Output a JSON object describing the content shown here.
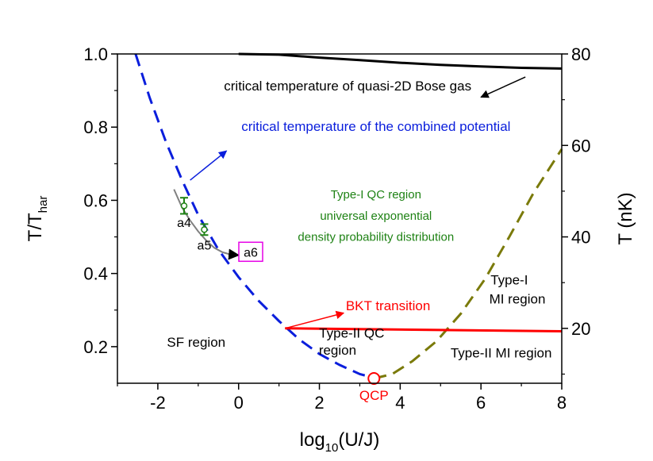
{
  "chart_data": {
    "type": "line",
    "xlabel": "log10(U/J)",
    "xlabel_parts": {
      "base": "log",
      "sub": "10",
      "rest": "(U/J)"
    },
    "ylabel_parts": {
      "base": "T/T",
      "sub": "har"
    },
    "ylabel_right": "T (nK)",
    "xlim": [
      -3,
      8
    ],
    "ylim": [
      0.1,
      1.0
    ],
    "ylim_right_nK": [
      8,
      80
    ],
    "x_ticks": [
      -2,
      0,
      2,
      4,
      6,
      8
    ],
    "x_tick_labels": [
      "-2",
      "0",
      "2",
      "4",
      "6",
      "8"
    ],
    "y_ticks": [
      0.2,
      0.4,
      0.6,
      0.8,
      1.0
    ],
    "y_tick_labels": [
      "0.2",
      "0.4",
      "0.6",
      "0.8",
      "1.0"
    ],
    "y_right_ticks": [
      20,
      40,
      60,
      80
    ],
    "y_right_tick_labels": [
      "20",
      "40",
      "60",
      "80"
    ],
    "grid": false,
    "series": [
      {
        "style": "solid",
        "color": "#000000",
        "x": [
          0,
          1,
          2,
          3,
          4,
          5,
          6,
          7,
          8
        ],
        "y": [
          1.0,
          0.998,
          0.99,
          0.983,
          0.976,
          0.97,
          0.966,
          0.962,
          0.96
        ]
      },
      {
        "style": "dashed",
        "color": "#0a1edc",
        "x": [
          -2.55,
          -2.2,
          -1.8,
          -1.4,
          -1.0,
          -0.5,
          0,
          0.5,
          1.0,
          1.5,
          2.0,
          2.5,
          3.0,
          3.35
        ],
        "y": [
          1.0,
          0.88,
          0.76,
          0.655,
          0.56,
          0.465,
          0.39,
          0.325,
          0.27,
          0.22,
          0.18,
          0.15,
          0.125,
          0.115
        ]
      },
      {
        "style": "dashed",
        "color": "#7a7a0a",
        "x": [
          3.35,
          3.8,
          4.3,
          4.9,
          5.5,
          6.1,
          6.7,
          7.3,
          8.0
        ],
        "y": [
          0.113,
          0.125,
          0.16,
          0.215,
          0.29,
          0.385,
          0.5,
          0.62,
          0.74
        ]
      },
      {
        "style": "solid",
        "color": "#ff0000",
        "x": [
          1.15,
          8.0
        ],
        "y": [
          0.25,
          0.242
        ]
      },
      {
        "style": "solid",
        "color": "#808080",
        "x": [
          -1.6,
          -1.4,
          -1.2,
          -1.0,
          -0.8,
          -0.6,
          -0.4,
          -0.2,
          0.0
        ],
        "y": [
          0.63,
          0.58,
          0.545,
          0.515,
          0.49,
          0.47,
          0.458,
          0.452,
          0.45
        ]
      }
    ],
    "points": [
      {
        "label": "a4",
        "x": -1.35,
        "y": 0.585,
        "err": 0.022
      },
      {
        "label": "a5",
        "x": -0.85,
        "y": 0.52,
        "err": 0.015
      }
    ],
    "qcp": {
      "label": "QCP",
      "x": 3.35,
      "y": 0.113,
      "color": "#ff0000"
    },
    "annotations": [
      {
        "text": "critical temperature of quasi-2D Bose gas",
        "x": 2.7,
        "y": 0.9,
        "color": "#000000"
      },
      {
        "text": "critical temperature of the combined potential",
        "x": 3.4,
        "y": 0.79,
        "color": "#0a1edc"
      },
      {
        "text": "Type-I QC region",
        "x": 3.4,
        "y": 0.605,
        "color": "#1e8214"
      },
      {
        "text": "universal exponential",
        "x": 3.4,
        "y": 0.547,
        "color": "#1e8214"
      },
      {
        "text": "density probability distribution",
        "x": 3.4,
        "y": 0.489,
        "color": "#1e8214"
      },
      {
        "text": "BKT transition",
        "x": 3.7,
        "y": 0.3,
        "color": "#ff0000"
      },
      {
        "text": "Type-I",
        "x": 6.7,
        "y": 0.37,
        "color": "#000000"
      },
      {
        "text": "MI region",
        "x": 6.9,
        "y": 0.318,
        "color": "#000000"
      },
      {
        "text": "Type-II QC",
        "x": 2.8,
        "y": 0.225,
        "color": "#000000"
      },
      {
        "text": "region",
        "x": 2.45,
        "y": 0.178,
        "color": "#000000"
      },
      {
        "text": "Type-II MI region",
        "x": 6.5,
        "y": 0.17,
        "color": "#000000"
      },
      {
        "text": "SF region",
        "x": -1.05,
        "y": 0.2,
        "color": "#000000"
      },
      {
        "text": "a4",
        "x": -1.35,
        "y": 0.527,
        "color": "#000000"
      },
      {
        "text": "a5",
        "x": -0.85,
        "y": 0.465,
        "color": "#000000"
      }
    ],
    "boxed_label": {
      "text": "a6",
      "x": 0.3,
      "y": 0.455,
      "border_color": "#e600e6"
    },
    "arrows": [
      {
        "color": "#000000",
        "from": [
          7.1,
          0.937
        ],
        "to": [
          6.0,
          0.882
        ]
      },
      {
        "color": "#0a1edc",
        "from": [
          -1.2,
          0.655
        ],
        "to": [
          -0.3,
          0.735
        ]
      },
      {
        "color": "#ff0000",
        "from": [
          1.15,
          0.25
        ],
        "to": [
          2.6,
          0.292
        ]
      }
    ]
  }
}
